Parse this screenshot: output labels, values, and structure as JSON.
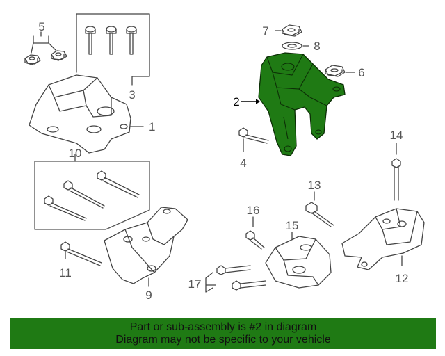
{
  "callouts": {
    "c1": "1",
    "c2": "2",
    "c3": "3",
    "c4": "4",
    "c5": "5",
    "c6": "6",
    "c7": "7",
    "c8": "8",
    "c9": "9",
    "c10": "10",
    "c11": "11",
    "c12": "12",
    "c13": "13",
    "c14": "14",
    "c15": "15",
    "c16": "16",
    "c17": "17"
  },
  "highlight_color": "#1f7a14",
  "banner": {
    "line1": "Part or sub-assembly is #2 in diagram",
    "line2": "Diagram may not be specific to your vehicle"
  }
}
